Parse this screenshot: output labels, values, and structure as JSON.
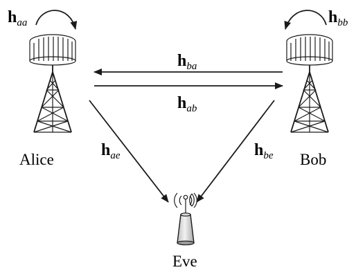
{
  "nodes": {
    "alice": "Alice",
    "bob": "Bob",
    "eve": "Eve"
  },
  "channels": {
    "aa": {
      "symbol": "h",
      "subscript": "aa"
    },
    "bb": {
      "symbol": "h",
      "subscript": "bb"
    },
    "ba": {
      "symbol": "h",
      "subscript": "ba"
    },
    "ab": {
      "symbol": "h",
      "subscript": "ab"
    },
    "ae": {
      "symbol": "h",
      "subscript": "ae"
    },
    "be": {
      "symbol": "h",
      "subscript": "be"
    }
  }
}
